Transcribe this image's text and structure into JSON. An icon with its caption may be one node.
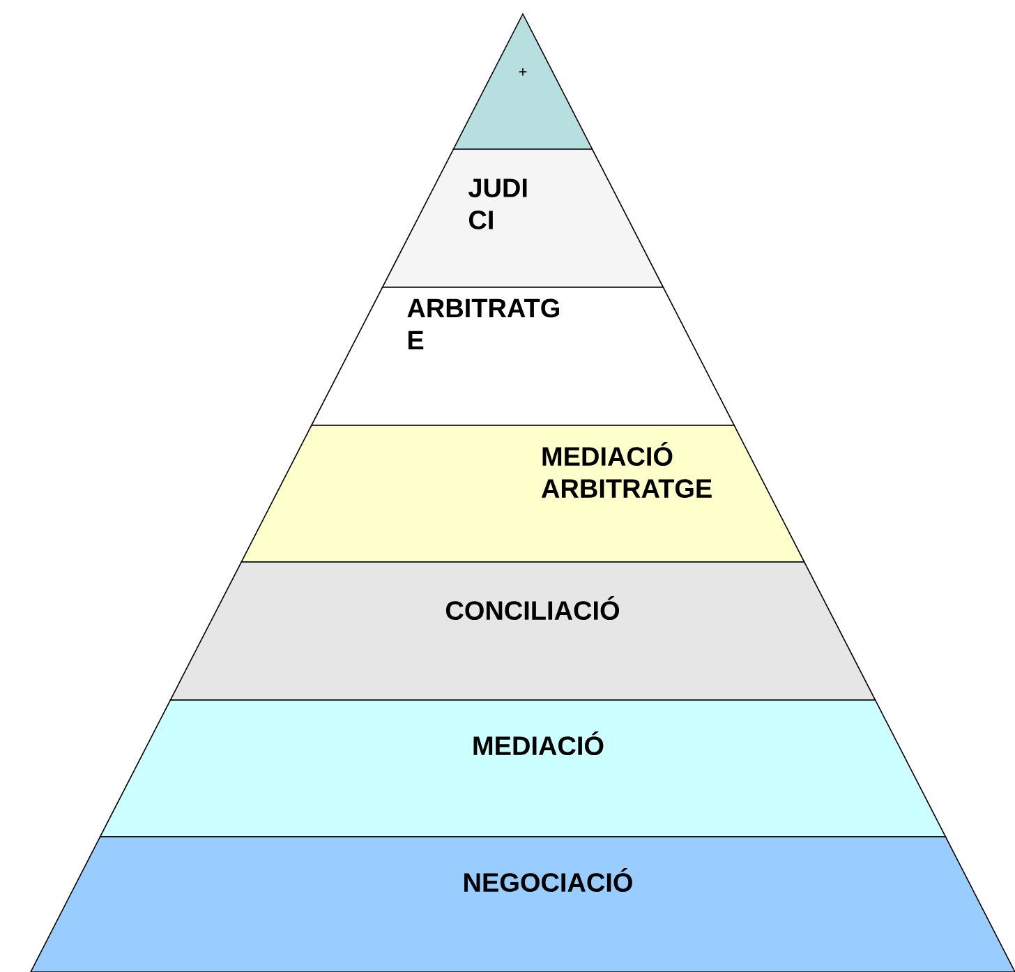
{
  "diagram": {
    "nodes": [
      {
        "text": [
          "+"
        ]
      },
      {
        "text": [
          "JUDI CI"
        ]
      },
      {
        "text": [
          "ARBITRATG E"
        ]
      },
      {
        "text": [
          "MEDIACIÓ ARBITRATGE"
        ]
      },
      {
        "text": [
          "CONCILIACIÓ"
        ]
      },
      {
        "text": [
          "MEDIACIÓ"
        ]
      },
      {
        "text": [
          "NEGOCIACIÓ"
        ]
      }
    ]
  }
}
